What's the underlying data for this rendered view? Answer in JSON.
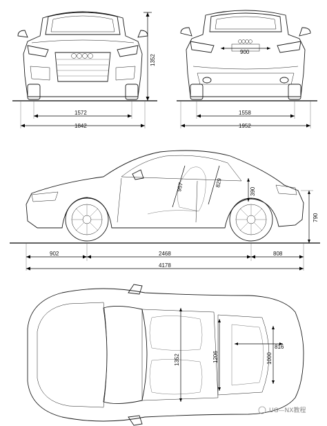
{
  "diagram": {
    "front_view": {
      "height": "1352",
      "track": "1572",
      "width": "1842"
    },
    "rear_view": {
      "plate_width": "900",
      "track": "1558",
      "width_mirrors": "1952"
    },
    "side_view": {
      "front_overhang": "902",
      "wheelbase": "2468",
      "rear_overhang": "808",
      "length": "4178",
      "rear_height": "790",
      "seat_dim_a": "957",
      "seat_dim_b": "829",
      "trunk_height": "390"
    },
    "top_view": {
      "cabin_width": "1352",
      "rear_seat_width": "1206",
      "trunk_width": "1000",
      "trunk_length": "816"
    }
  },
  "watermark": "UG—NX教程"
}
